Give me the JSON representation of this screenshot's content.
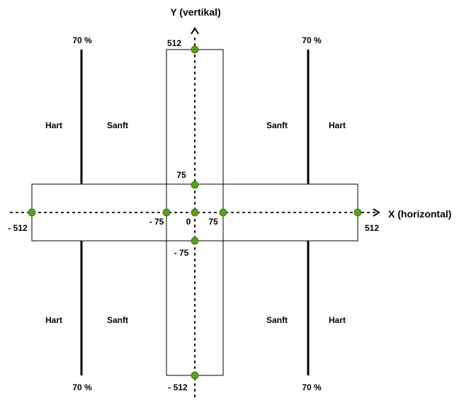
{
  "axes": {
    "y_title": "Y (vertikal)",
    "x_title": "X (horizontal)"
  },
  "values": {
    "y_max": "512",
    "y_pos_dead": "75",
    "y_neg_dead": "- 75",
    "y_min": "- 512",
    "x_min": "- 512",
    "x_neg_dead": "- 75",
    "origin": "0",
    "x_pos_dead": "75",
    "x_max": "512"
  },
  "zones": {
    "threshold": "70 %",
    "hard": "Hart",
    "soft": "Sanft"
  },
  "colors": {
    "node_fill": "#5a9e1e",
    "node_stroke": "#3f7a10",
    "line": "#000000"
  }
}
